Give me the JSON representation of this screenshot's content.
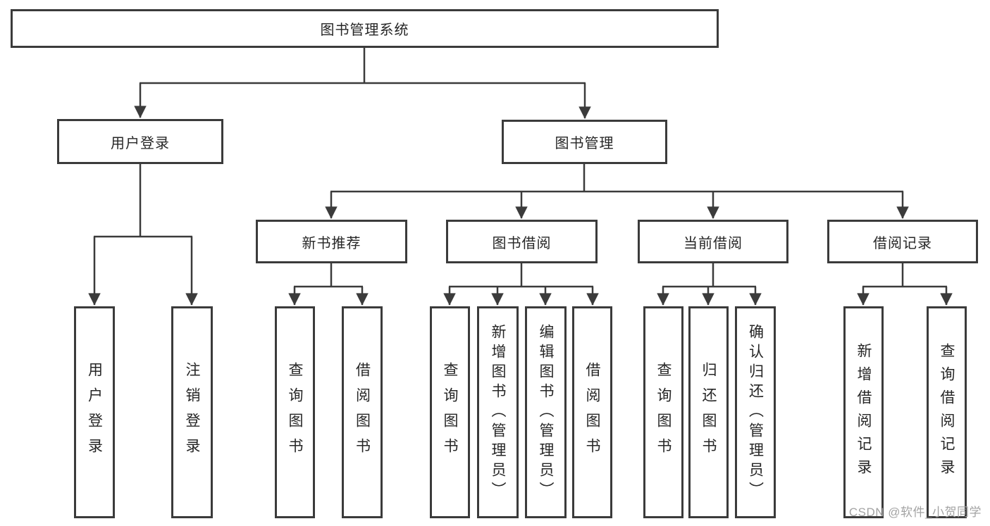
{
  "diagram": {
    "root": {
      "label": "图书管理系统"
    },
    "level2": [
      {
        "label": "用户登录"
      },
      {
        "label": "图书管理"
      }
    ],
    "level3": [
      {
        "label": "新书推荐"
      },
      {
        "label": "图书借阅"
      },
      {
        "label": "当前借阅"
      },
      {
        "label": "借阅记录"
      }
    ],
    "leaves": {
      "user": [
        "用户登录",
        "注销登录"
      ],
      "recommend": [
        "查询图书",
        "借阅图书"
      ],
      "borrow": [
        "查询图书",
        "新增图书（管理员）",
        "编辑图书（管理员）",
        "借阅图书"
      ],
      "current": [
        "查询图书",
        "归还图书",
        "确认归还（管理员）"
      ],
      "records": [
        "新增借阅记录",
        "查询借阅记录"
      ]
    }
  },
  "watermark": {
    "text": "CSDN @软件_小贺同学"
  },
  "colors": {
    "line": "#3b3b3b",
    "border": "#3b3b3b",
    "text": "#262626",
    "background": "#ffffff",
    "watermark": "#a3a3a3"
  }
}
